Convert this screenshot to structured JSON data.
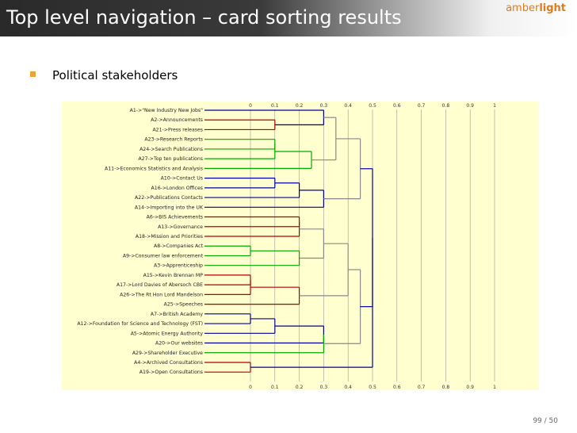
{
  "header": {
    "title": "Top level navigation – card sorting results",
    "logo_pre": "amber",
    "logo_post": "light"
  },
  "bullet": {
    "text": "Political stakeholders"
  },
  "footer": {
    "page": "99 / 50"
  },
  "colors": {
    "red": "#b40000",
    "green": "#00aa00",
    "blue": "#000099",
    "gray": "#888888",
    "bullet": "#e8a33a"
  },
  "chart_data": {
    "type": "dendrogram",
    "x_ticks": [
      "0",
      "0.1",
      "0.2",
      "0.3",
      "0.4",
      "0.5",
      "0.6",
      "0.7",
      "0.8",
      "0.9",
      "1"
    ],
    "xlim": [
      0,
      1
    ],
    "leaves": [
      {
        "label": "A1->\"New Industry New Jobs\"",
        "color": "blue"
      },
      {
        "label": "A2->Announcements",
        "color": "red"
      },
      {
        "label": "A21->Press releases",
        "color": "red"
      },
      {
        "label": "A23->Research Reports",
        "color": "green"
      },
      {
        "label": "A24->Search Publications",
        "color": "green"
      },
      {
        "label": "A27->Top ten publications",
        "color": "green"
      },
      {
        "label": "A11->Economics Statistics and Analysis",
        "color": "green"
      },
      {
        "label": "A10->Contact Us",
        "color": "blue"
      },
      {
        "label": "A16->London Offices",
        "color": "blue"
      },
      {
        "label": "A22->Publications Contacts",
        "color": "blue"
      },
      {
        "label": "A14->Importing into the UK",
        "color": "blue"
      },
      {
        "label": "A6->BIS Achievements",
        "color": "red"
      },
      {
        "label": "A13->Governance",
        "color": "red"
      },
      {
        "label": "A18->Mission and Priorities",
        "color": "red"
      },
      {
        "label": "A8->Companies Act",
        "color": "green"
      },
      {
        "label": "A9->Consumer law enforcement",
        "color": "green"
      },
      {
        "label": "A3->Apprenticeship",
        "color": "green"
      },
      {
        "label": "A15->Kevin Brennan MP",
        "color": "red"
      },
      {
        "label": "A17->Lord Davies of Abersoch CBE",
        "color": "red"
      },
      {
        "label": "A26->The Rt Hon Lord Mandelson",
        "color": "red"
      },
      {
        "label": "A25->Speeches",
        "color": "red"
      },
      {
        "label": "A7->British Academy",
        "color": "blue"
      },
      {
        "label": "A12->Foundation for Science and Technology (FST)",
        "color": "blue"
      },
      {
        "label": "A5->Atomic Energy Authority",
        "color": "blue"
      },
      {
        "label": "A20->Our websites",
        "color": "blue"
      },
      {
        "label": "A29->Shareholder Executive",
        "color": "green"
      },
      {
        "label": "A4->Archived Consultations",
        "color": "red"
      },
      {
        "label": "A19->Open Consultations",
        "color": "red"
      }
    ],
    "merges": [
      {
        "a": "L1",
        "b": "L2",
        "h": 0.1,
        "color": "red"
      },
      {
        "a": "L0",
        "b": "M0",
        "h": 0.3,
        "color": "blue"
      },
      {
        "a": "L3",
        "b": "L4",
        "h": 0.1,
        "color": "green"
      },
      {
        "a": "M2",
        "b": "L5",
        "h": 0.1,
        "color": "green"
      },
      {
        "a": "M3",
        "b": "L6",
        "h": 0.25,
        "color": "green"
      },
      {
        "a": "M1",
        "b": "M4",
        "h": 0.35,
        "color": "gray"
      },
      {
        "a": "L7",
        "b": "L8",
        "h": 0.1,
        "color": "blue"
      },
      {
        "a": "M6",
        "b": "L9",
        "h": 0.2,
        "color": "blue"
      },
      {
        "a": "M7",
        "b": "L10",
        "h": 0.3,
        "color": "blue"
      },
      {
        "a": "M5",
        "b": "M8",
        "h": 0.45,
        "color": "gray"
      },
      {
        "a": "L11",
        "b": "L12",
        "h": 0.2,
        "color": "red"
      },
      {
        "a": "M10",
        "b": "L13",
        "h": 0.2,
        "color": "red"
      },
      {
        "a": "L14",
        "b": "L15",
        "h": 0.0,
        "color": "green"
      },
      {
        "a": "M12",
        "b": "L16",
        "h": 0.2,
        "color": "green"
      },
      {
        "a": "M11",
        "b": "M13",
        "h": 0.3,
        "color": "gray"
      },
      {
        "a": "L17",
        "b": "L18",
        "h": 0.0,
        "color": "red"
      },
      {
        "a": "M15",
        "b": "L19",
        "h": 0.0,
        "color": "red"
      },
      {
        "a": "M16",
        "b": "L20",
        "h": 0.2,
        "color": "red"
      },
      {
        "a": "M14",
        "b": "M17",
        "h": 0.4,
        "color": "gray"
      },
      {
        "a": "L21",
        "b": "L22",
        "h": 0.0,
        "color": "blue"
      },
      {
        "a": "M19",
        "b": "L23",
        "h": 0.1,
        "color": "blue"
      },
      {
        "a": "M20",
        "b": "L24",
        "h": 0.3,
        "color": "blue"
      },
      {
        "a": "M21",
        "b": "L25",
        "h": 0.3,
        "color": "green"
      },
      {
        "a": "M22",
        "b": "M18",
        "h": 0.45,
        "color": "gray"
      },
      {
        "a": "M9",
        "b": "M23",
        "h": 0.5,
        "color": "blue"
      },
      {
        "a": "L26",
        "b": "L27",
        "h": 0.0,
        "color": "red"
      },
      {
        "a": "M24",
        "b": "M25",
        "h": 0.5,
        "color": "blue"
      }
    ]
  }
}
